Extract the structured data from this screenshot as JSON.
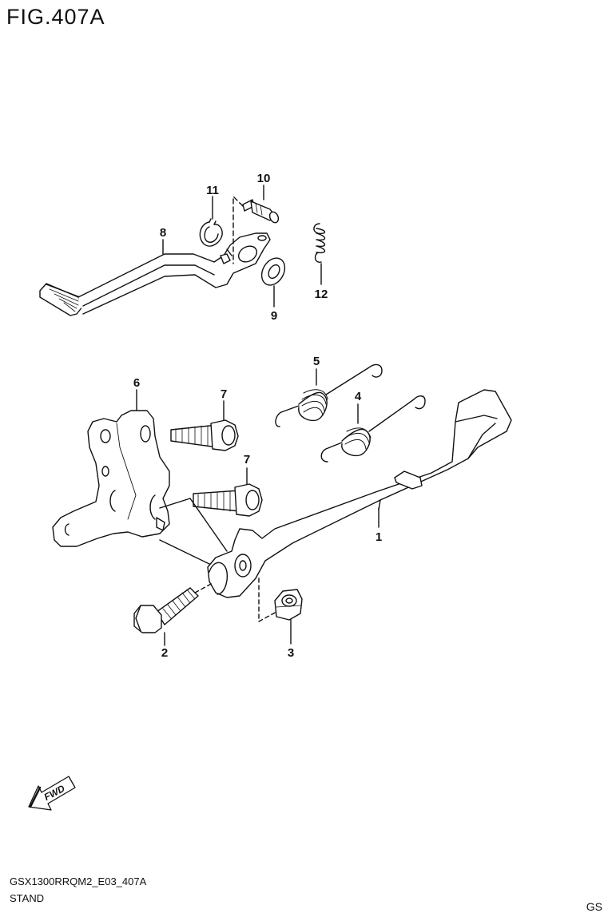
{
  "figure": {
    "title": "FIG.407A"
  },
  "callouts": [
    {
      "id": "1",
      "label": "1"
    },
    {
      "id": "2",
      "label": "2"
    },
    {
      "id": "3",
      "label": "3"
    },
    {
      "id": "4",
      "label": "4"
    },
    {
      "id": "5",
      "label": "5"
    },
    {
      "id": "6",
      "label": "6"
    },
    {
      "id": "7a",
      "label": "7"
    },
    {
      "id": "7b",
      "label": "7"
    },
    {
      "id": "8",
      "label": "8"
    },
    {
      "id": "9",
      "label": "9"
    },
    {
      "id": "10",
      "label": "10"
    },
    {
      "id": "11",
      "label": "11"
    },
    {
      "id": "12",
      "label": "12"
    }
  ],
  "fwd_arrow": {
    "label": "FWD"
  },
  "footer": {
    "code": "GSX1300RRQM2_E03_407A",
    "name": "STAND",
    "region": "GS"
  },
  "colors": {
    "line": "#111111",
    "background": "#ffffff"
  }
}
